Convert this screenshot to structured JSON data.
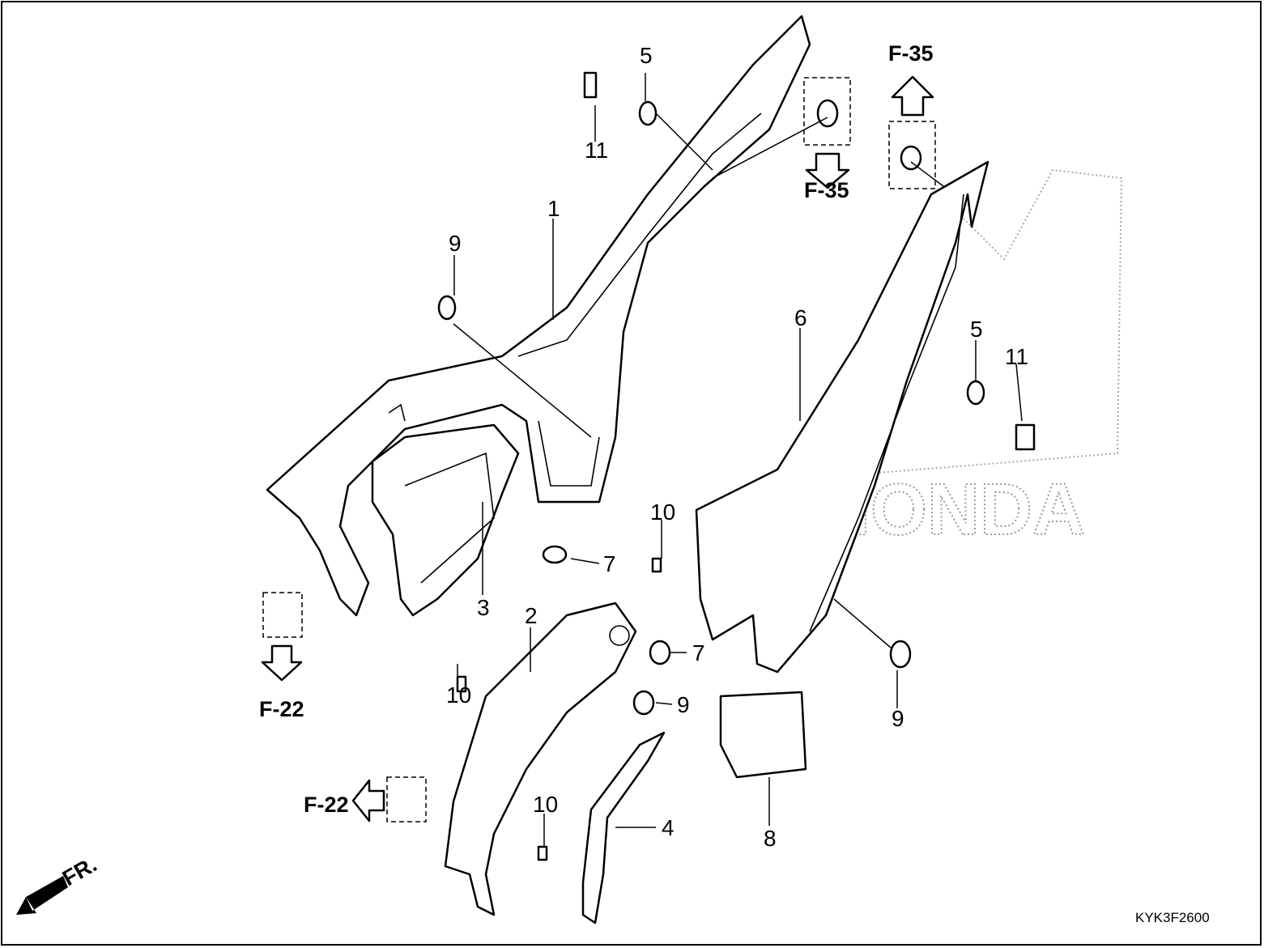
{
  "diagram": {
    "code": "KYK3F2600",
    "front_marker": "FR.",
    "watermark": "HONDA",
    "refs": {
      "f22_a": "F-22",
      "f22_b": "F-22",
      "f35_a": "F-35",
      "f35_b": "F-35"
    },
    "callouts": {
      "c5a": "5",
      "c11a": "11",
      "c1": "1",
      "c9a": "9",
      "c3": "3",
      "c10a": "10",
      "c2": "2",
      "c7a": "7",
      "c7b": "7",
      "c9b": "9",
      "c10b": "10",
      "c4": "4",
      "c8": "8",
      "c6": "6",
      "c10c": "10",
      "c5b": "5",
      "c11b": "11",
      "c9c": "9"
    }
  }
}
